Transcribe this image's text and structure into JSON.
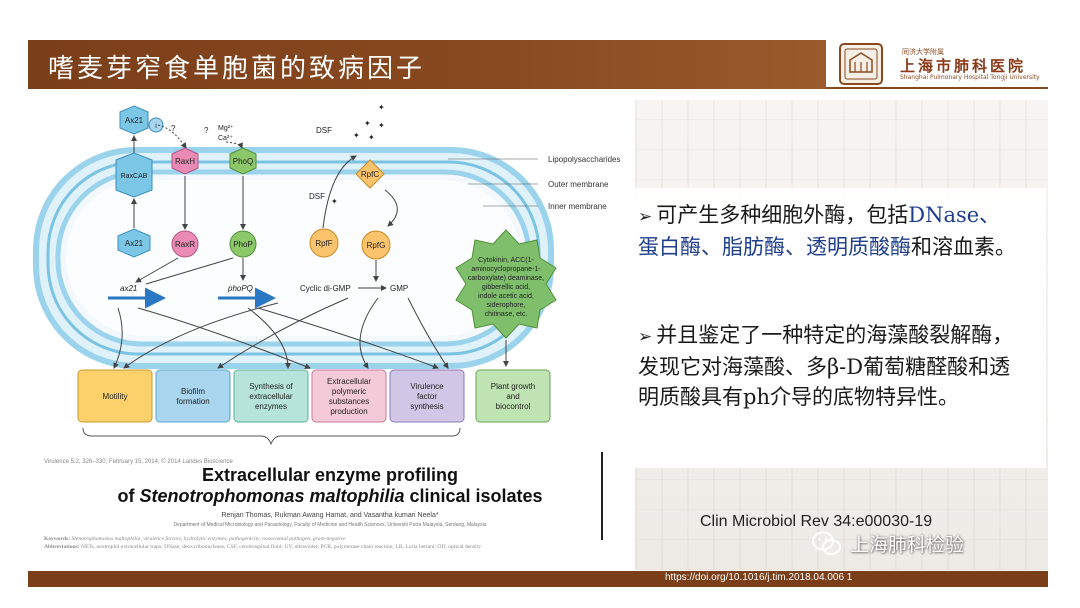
{
  "slide": {
    "title": "嗜麦芽窄食单胞菌的致病因子",
    "logo": {
      "caption_top": "同济大学附属",
      "name": "上海市肺科医院",
      "caption_bottom": "Shanghai Pulmonary Hospital Tongji University"
    },
    "bullets": [
      {
        "arrow": "➢",
        "lead": "可产生多种细胞外酶，包括",
        "highlight": "DNase、蛋白酶、脂肪酶、透明质酸酶",
        "tail": "和溶血素。"
      },
      {
        "arrow": "➢",
        "text": "并且鉴定了一种特定的海藻酸裂解酶，发现它对海藻酸、多β-D葡萄糖醛酸和透明质酸具有ph介导的底物特异性。"
      }
    ],
    "citation": "Clin Microbiol Rev 34:e00030-19",
    "wechat_account": "上海肺科检验",
    "doi": "https://doi.org/10.1016/j.tim.2018.04.006  1"
  },
  "diagram": {
    "membrane_labels": [
      "Lipopolysaccharides",
      "Outer membrane",
      "Inner membrane"
    ],
    "ax21_top": "Ax21",
    "ax21_badge": "i",
    "ax21_mid": "Ax21",
    "raxcab": "RaxCAB",
    "raxh": "RaxH",
    "raxr": "RaxR",
    "phoq": "PhoQ",
    "phop": "PhoP",
    "q1": "?",
    "q2": "?",
    "mg": "Mg²⁺",
    "ca": "Ca²⁺",
    "dsf_top": "DSF",
    "dsf_left": "DSF",
    "rpff": "RpfF",
    "rpfc": "RpfC",
    "rpfg": "RpfG",
    "ax21_gene": "ax21",
    "phopq_gene": "phoPQ",
    "cyclic": "Cyclic di-GMP",
    "gmp": "GMP",
    "star_lines": [
      "Cytokinin, ACC(1-",
      "aminocyclopropane-1-",
      "carboxylate) deaminase,",
      "gibberellic acid,",
      "indole acetic acid,",
      "siderophore,",
      "chitinase, etc."
    ],
    "boxes": [
      {
        "lines": [
          "Motility"
        ],
        "fill": "#fcd16b"
      },
      {
        "lines": [
          "Biofilm",
          "formation"
        ],
        "fill": "#a9d6ee"
      },
      {
        "lines": [
          "Synthesis of",
          "extracellular",
          "enzymes"
        ],
        "fill": "#b6e4da"
      },
      {
        "lines": [
          "Extracellular",
          "polymeric",
          "substances",
          "production"
        ],
        "fill": "#f4c9d8"
      },
      {
        "lines": [
          "Virulence",
          "factor",
          "synthesis"
        ],
        "fill": "#d2c6e6"
      },
      {
        "lines": [
          "Plant growth",
          "and",
          "biocontrol"
        ],
        "fill": "#bfe3b2"
      }
    ],
    "colors": {
      "blue_node": "#7cc6e6",
      "pink_node": "#e98bb4",
      "green_node": "#8cc869",
      "orange_node": "#fbc36b",
      "star_green": "#7fbf6b"
    }
  },
  "paper": {
    "header": "Virulence 5:2, 326–330; February 15, 2014; © 2014 Landes Bioscience",
    "title_line1": "Extracellular enzyme profiling",
    "title_line2_prefix": "of ",
    "title_line2_italic": "Stenotrophomonas maltophilia",
    "title_line2_suffix": " clinical isolates",
    "authors": "Renjan Thomas, Rukman Awang Hamat, and Vasantha kumari Neela*",
    "affiliation": "Department of Medical Microbiology and Parasitology, Faculty of Medicine and Health Sciences, Universiti Putra Malaysia, Serdang, Malaysia",
    "keywords_label": "Keywords:",
    "keywords": "Stenotrophomonas maltophilia, virulence factors, hydrolytic enzymes, pathogenicity, nosocomial pathogen, gram-negative",
    "abbrev_label": "Abbreviations:",
    "abbrev": "NETs, neutrophil extracellular traps; DNase, deoxyribonuclease; CSF, cerebrospinal fluid; UV, ultraviolet; PCR, polymerase chain reaction; LB, Luria bertani; OD, optical density"
  }
}
